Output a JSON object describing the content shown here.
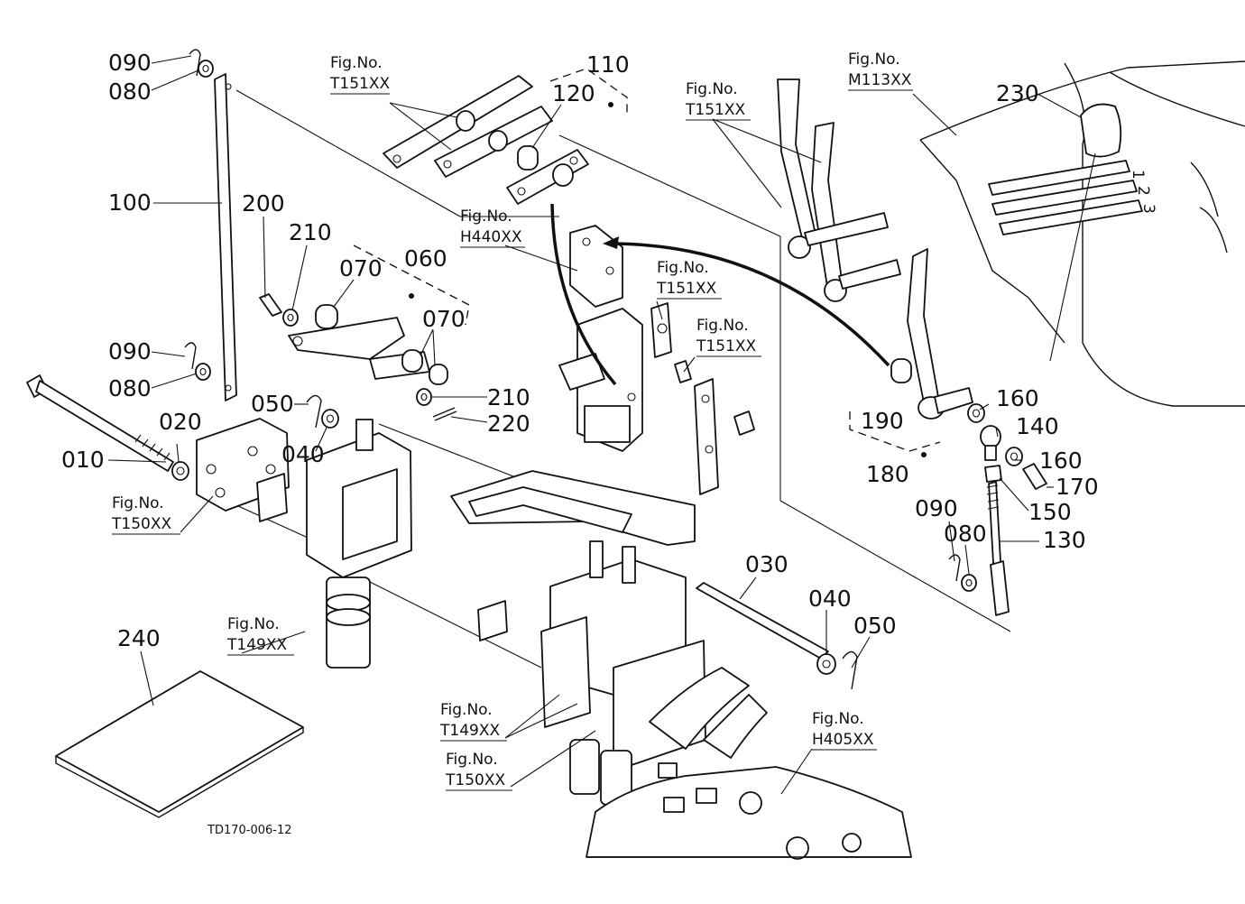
{
  "callouts": {
    "p090a": "090",
    "p080a": "080",
    "p100": "100",
    "p200": "200",
    "p210a": "210",
    "p070a": "070",
    "p060": "060",
    "p070b": "070",
    "p090b": "090",
    "p080b": "080",
    "p050a": "050",
    "p210b": "210",
    "p220": "220",
    "p010": "010",
    "p020": "020",
    "p040a": "040",
    "p110": "110",
    "p120": "120",
    "p230": "230",
    "p190": "190",
    "p160a": "160",
    "p140": "140",
    "p160b": "160",
    "p170": "170",
    "p180": "180",
    "p150": "150",
    "p090c": "090",
    "p080c": "080",
    "p130": "130",
    "p030": "030",
    "p040b": "040",
    "p050b": "050",
    "p240": "240"
  },
  "figure_refs": {
    "fig_prefix": "Fig.No.",
    "t151_top": "T151XX",
    "h440": "H440XX",
    "t151_right": "T151XX",
    "m113": "M113XX",
    "t151_mid": "T151XX",
    "t151_low": "T151XX",
    "t150_left": "T150XX",
    "t149_left": "T149XX",
    "t149_center": "T149XX",
    "t150_center": "T150XX",
    "h405": "H405XX"
  },
  "gear_marks": {
    "g1": "1",
    "g2": "2",
    "g3": "3"
  },
  "document_code": "TD170-006-12"
}
